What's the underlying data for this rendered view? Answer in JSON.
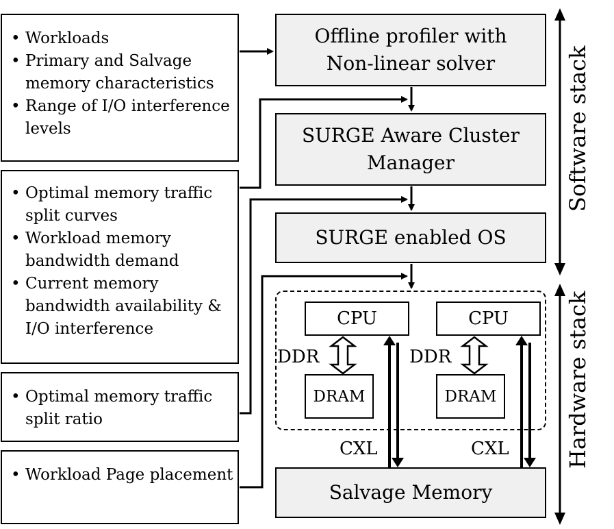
{
  "inputs": [
    {
      "items": [
        "Workloads",
        "Primary and Salvage memory characteristics",
        "Range of I/O interference levels"
      ]
    },
    {
      "items": [
        "Optimal memory traffic split curves",
        "Workload memory bandwidth demand",
        "Current memory bandwidth availability & I/O interference"
      ]
    },
    {
      "items": [
        "Optimal memory traffic split ratio"
      ]
    },
    {
      "items": [
        "Workload Page placement"
      ]
    }
  ],
  "stack": {
    "profiler": "Offline profiler with Non-linear solver",
    "cluster_manager": "SURGE Aware Cluster Manager",
    "os": "SURGE enabled OS",
    "salvage_memory": "Salvage Memory"
  },
  "hardware": {
    "cpu_left": "CPU",
    "cpu_right": "CPU",
    "dram_left": "DRAM",
    "dram_right": "DRAM",
    "ddr_left": "DDR",
    "ddr_right": "DDR",
    "cxl_left": "CXL",
    "cxl_right": "CXL"
  },
  "side_labels": {
    "software": "Software stack",
    "hardware": "Hardware stack"
  }
}
